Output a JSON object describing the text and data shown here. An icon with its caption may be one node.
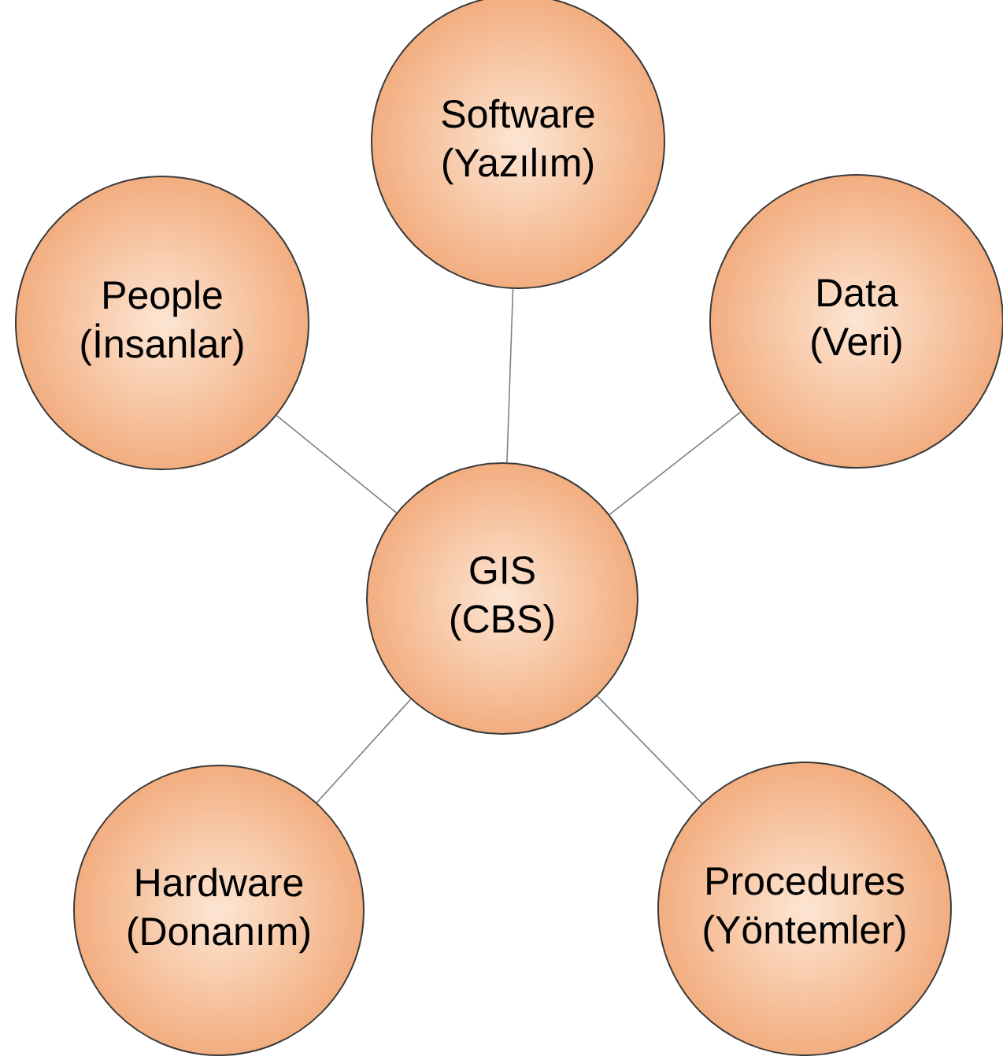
{
  "diagram": {
    "nodes": [
      {
        "text": [
          "GIS",
          "(CBS)"
        ]
      },
      {
        "text": [
          "Software",
          "(Yazılım)"
        ]
      },
      {
        "text": [
          "People",
          "(İnsanlar)"
        ]
      },
      {
        "text": [
          "Data",
          "(Veri)"
        ]
      },
      {
        "text": [
          "Hardware",
          "(Donanım)"
        ]
      },
      {
        "text": [
          "Procedures",
          "(Yöntemler)"
        ]
      }
    ],
    "edges": [
      {
        "from": 0,
        "to": 1,
        "arrow": "none"
      },
      {
        "from": 0,
        "to": 2,
        "arrow": "none"
      },
      {
        "from": 0,
        "to": 3,
        "arrow": "none"
      },
      {
        "from": 0,
        "to": 4,
        "arrow": "none"
      },
      {
        "from": 0,
        "to": 5,
        "arrow": "none"
      }
    ]
  }
}
